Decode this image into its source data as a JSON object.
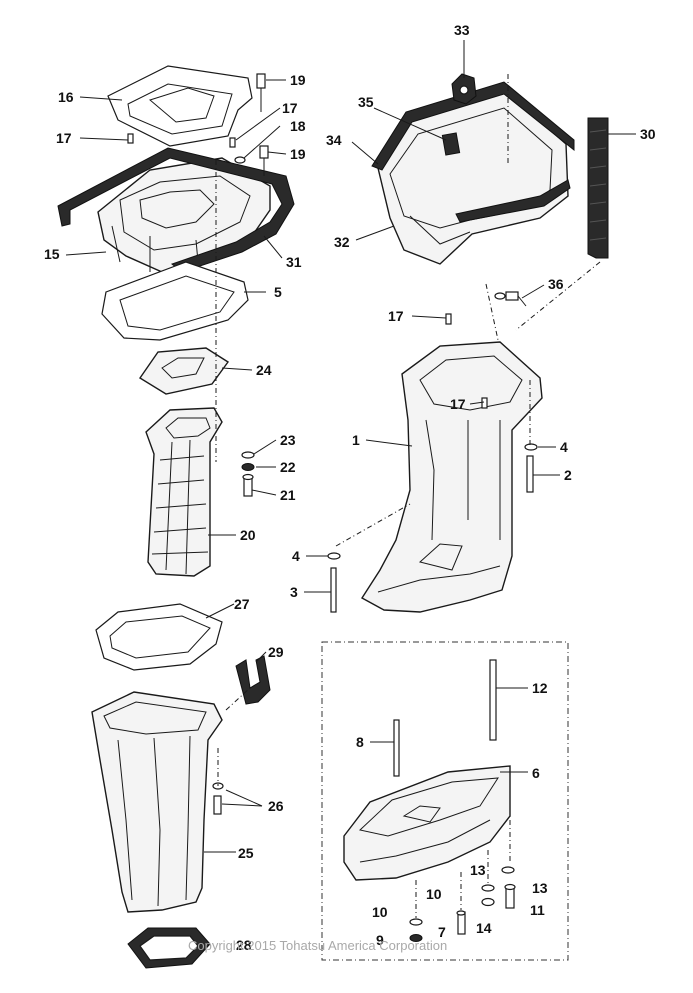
{
  "copyright": "Copyright 2015 Tohatsu America Corporation",
  "parts": [
    {
      "id": "16",
      "label": "16"
    },
    {
      "id": "19a",
      "label": "19"
    },
    {
      "id": "17a",
      "label": "17"
    },
    {
      "id": "17b",
      "label": "17"
    },
    {
      "id": "18",
      "label": "18"
    },
    {
      "id": "19b",
      "label": "19"
    },
    {
      "id": "15",
      "label": "15"
    },
    {
      "id": "31",
      "label": "31"
    },
    {
      "id": "5",
      "label": "5"
    },
    {
      "id": "24",
      "label": "24"
    },
    {
      "id": "23",
      "label": "23"
    },
    {
      "id": "22",
      "label": "22"
    },
    {
      "id": "21",
      "label": "21"
    },
    {
      "id": "20",
      "label": "20"
    },
    {
      "id": "33",
      "label": "33"
    },
    {
      "id": "35",
      "label": "35"
    },
    {
      "id": "34",
      "label": "34"
    },
    {
      "id": "30",
      "label": "30"
    },
    {
      "id": "32",
      "label": "32"
    },
    {
      "id": "36",
      "label": "36"
    },
    {
      "id": "17c",
      "label": "17"
    },
    {
      "id": "17d",
      "label": "17"
    },
    {
      "id": "1",
      "label": "1"
    },
    {
      "id": "4a",
      "label": "4"
    },
    {
      "id": "2",
      "label": "2"
    },
    {
      "id": "4b",
      "label": "4"
    },
    {
      "id": "3",
      "label": "3"
    },
    {
      "id": "27",
      "label": "27"
    },
    {
      "id": "29",
      "label": "29"
    },
    {
      "id": "26",
      "label": "26"
    },
    {
      "id": "25",
      "label": "25"
    },
    {
      "id": "28",
      "label": "28"
    },
    {
      "id": "12",
      "label": "12"
    },
    {
      "id": "8",
      "label": "8"
    },
    {
      "id": "6",
      "label": "6"
    },
    {
      "id": "13a",
      "label": "13"
    },
    {
      "id": "13b",
      "label": "13"
    },
    {
      "id": "10a",
      "label": "10"
    },
    {
      "id": "10b",
      "label": "10"
    },
    {
      "id": "11",
      "label": "11"
    },
    {
      "id": "14",
      "label": "14"
    },
    {
      "id": "7",
      "label": "7"
    },
    {
      "id": "9",
      "label": "9"
    }
  ]
}
